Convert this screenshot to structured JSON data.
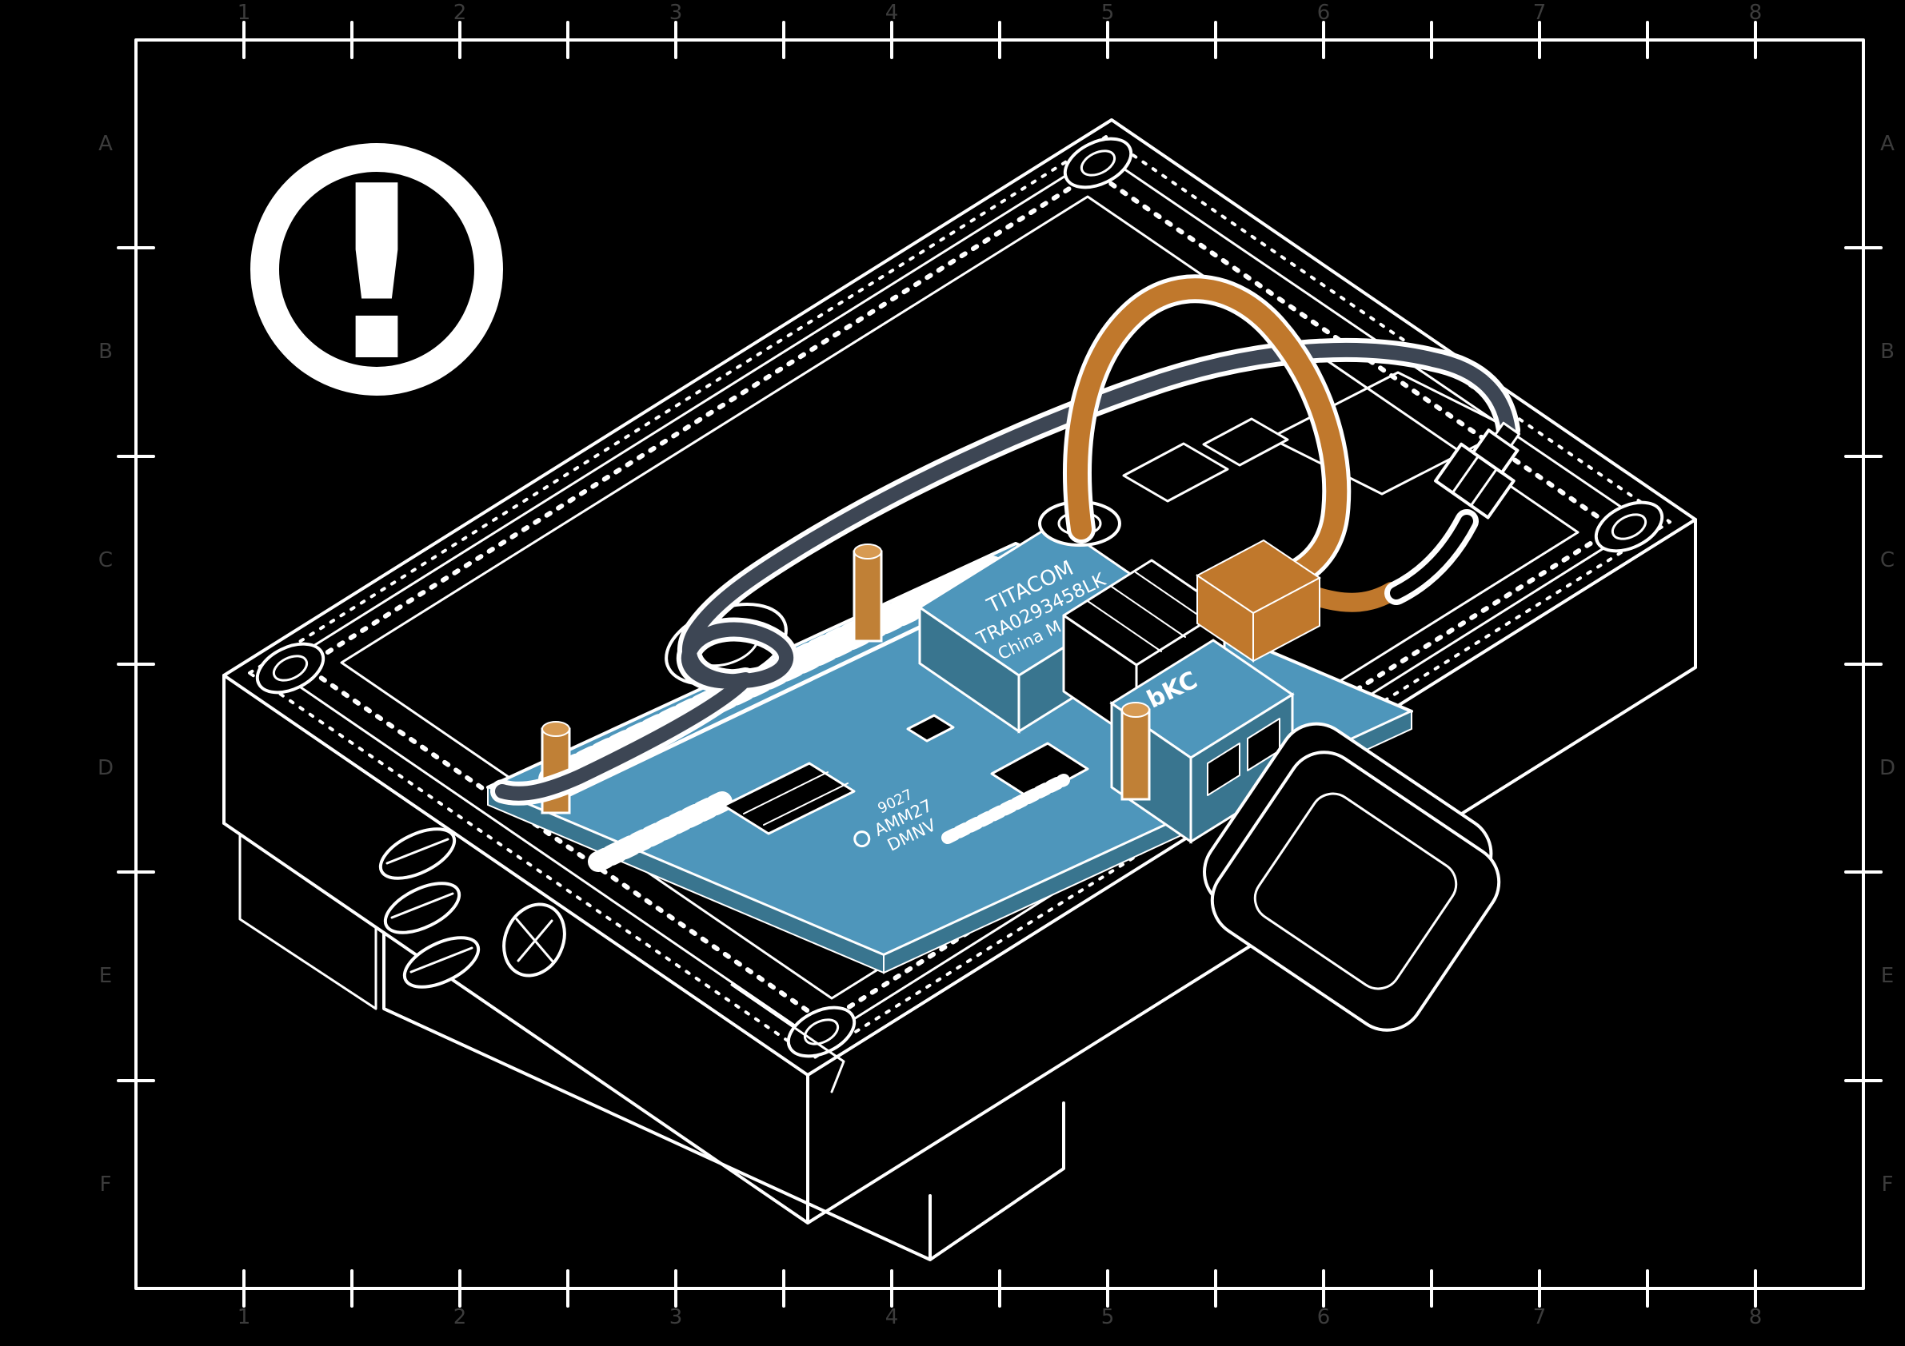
{
  "document": {
    "type_label": "isometric enclosure assembly drawing",
    "background": "#000000"
  },
  "palette": {
    "line": "#ffffff",
    "board_blue": "#4e96bb",
    "board_edge": "#39758f",
    "cable_orange": "#c0782c",
    "cable_dark": "#3d4654",
    "standoff": "#c08036",
    "standoff_top": "#d79a52",
    "zone_label": "#3c3c3c"
  },
  "frame": {
    "zone_columns": [
      "1",
      "2",
      "3",
      "4",
      "5",
      "6",
      "7",
      "8"
    ],
    "zone_rows": [
      "A",
      "B",
      "C",
      "D",
      "E",
      "F"
    ]
  },
  "warning": {
    "glyph": "!"
  },
  "board": {
    "module_label": [
      "TITACOM",
      "TRA0293458LK",
      "China M 1904"
    ],
    "usb_label": "bKC",
    "silkscreen": [
      "9027",
      "AMM27",
      "DMNV"
    ]
  }
}
